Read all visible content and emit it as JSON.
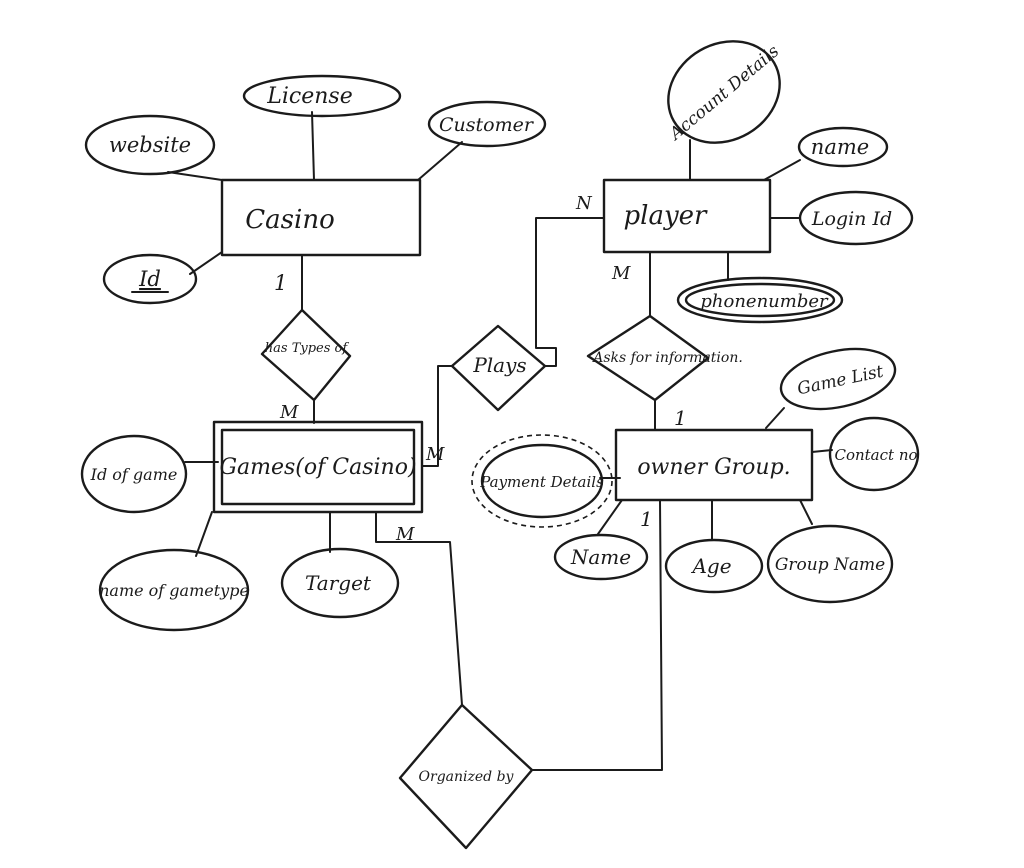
{
  "entities": {
    "casino": "Casino",
    "player": "player",
    "games": "Games(of Casino)",
    "owner_group": "owner Group."
  },
  "relationships": {
    "has_types": "has Types of",
    "plays": "Plays",
    "asks_info": "Asks for information.",
    "organized_by": "Organized by"
  },
  "attributes": {
    "license": "License",
    "website": "website",
    "customer": "Customer",
    "casino_id": "Id",
    "account_details": "Account Details",
    "name": "name",
    "login_id": "Login Id",
    "phone_number": "phonenumber",
    "id_of_game": "Id of game",
    "name_of_gametype": "name of gametype",
    "target": "Target",
    "game_list": "Game List",
    "contact_no": "Contact no",
    "payment_details": "Payment Details",
    "owner_name": "Name",
    "age": "Age",
    "group_name": "Group Name"
  },
  "cardinalities": {
    "casino_has": "1",
    "games_has": "M",
    "games_plays": "M",
    "player_plays": "N",
    "player_asks": "M",
    "owner_asks": "1",
    "games_organized": "M",
    "owner_organized": "1"
  },
  "colors": {
    "ink": "#1b1b1b",
    "paper": "#ffffff"
  }
}
